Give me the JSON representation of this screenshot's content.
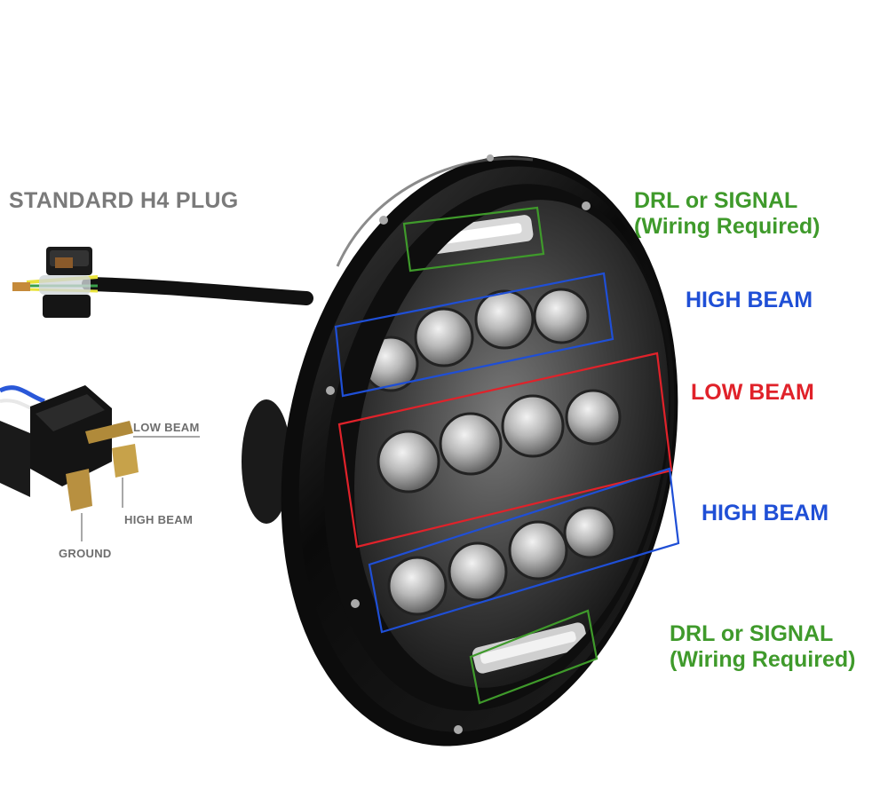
{
  "plug": {
    "title": "STANDARD H4 PLUG",
    "pins": {
      "low_beam": "LOW BEAM",
      "high_beam": "HIGH BEAM",
      "ground": "GROUND"
    }
  },
  "callouts": {
    "drl_top": {
      "line1": "DRL or SIGNAL",
      "line2": "(Wiring Required)"
    },
    "high_beam_top": "HIGH BEAM",
    "low_beam": "LOW BEAM",
    "high_beam_bottom": "HIGH BEAM",
    "drl_bottom": {
      "line1": "DRL or SIGNAL",
      "line2": "(Wiring Required)"
    }
  },
  "colors": {
    "plug_text": "#7a7a7a",
    "drl": "#3f9a2b",
    "high_beam": "#1f4fd6",
    "low_beam": "#e0222a",
    "housing": "#0b0b0b"
  }
}
